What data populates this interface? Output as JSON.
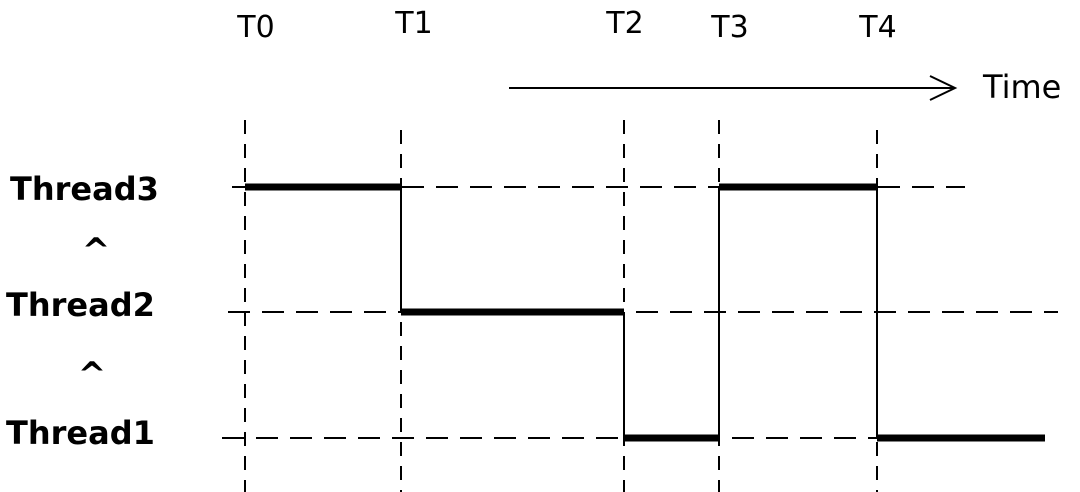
{
  "time_markers": [
    "T0",
    "T1",
    "T2",
    "T3",
    "T4"
  ],
  "time_axis_label": "Time",
  "threads": [
    "Thread3",
    "Thread2",
    "Thread1"
  ],
  "order_symbol": "^",
  "schedule": [
    {
      "thread": "Thread3",
      "from": "T0",
      "to": "T1"
    },
    {
      "thread": "Thread2",
      "from": "T1",
      "to": "T2"
    },
    {
      "thread": "Thread1",
      "from": "T2",
      "to": "T3"
    },
    {
      "thread": "Thread3",
      "from": "T3",
      "to": "T4"
    },
    {
      "thread": "Thread1",
      "from": "T4",
      "to": "end"
    }
  ]
}
